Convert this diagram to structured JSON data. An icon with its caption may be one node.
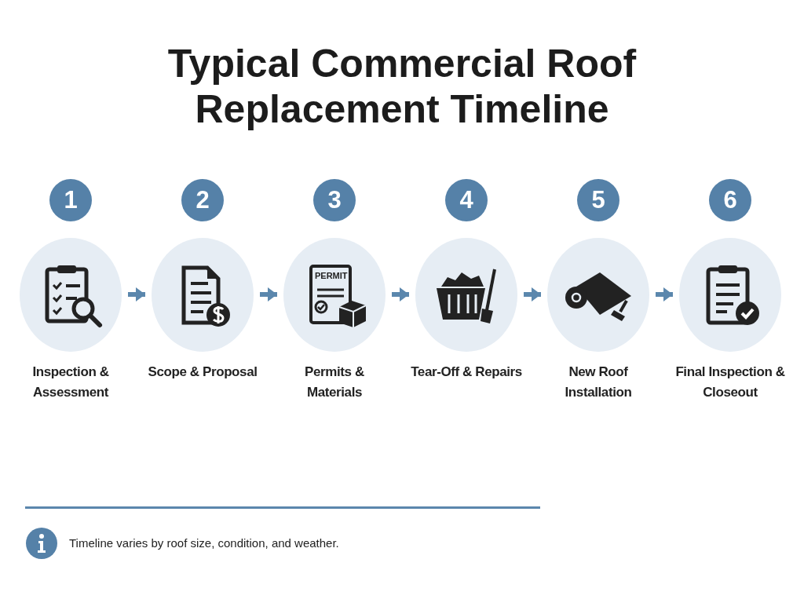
{
  "diagram": {
    "title": "Typical Commercial Roof Replacement Timeline",
    "nodes": [
      {
        "text": [
          "Inspection & Assessment"
        ],
        "beside": [
          "1"
        ]
      },
      {
        "text": [
          "Scope & Proposal"
        ],
        "beside": [
          "2"
        ]
      },
      {
        "text": [
          "Permits & Materials"
        ],
        "beside": [
          "3"
        ]
      },
      {
        "text": [
          "Tear-Off & Repairs"
        ],
        "beside": [
          "4"
        ]
      },
      {
        "text": [
          "New Roof Installation"
        ],
        "beside": [
          "5"
        ]
      },
      {
        "text": [
          "Final Inspection & Closeout"
        ],
        "beside": [
          "6"
        ]
      }
    ],
    "edges": [
      {
        "from": 0,
        "to": 1,
        "arrow": "to"
      },
      {
        "from": 1,
        "to": 2,
        "arrow": "to"
      },
      {
        "from": 2,
        "to": 3,
        "arrow": "to"
      },
      {
        "from": 3,
        "to": 4,
        "arrow": "to"
      },
      {
        "from": 4,
        "to": 5,
        "arrow": "to"
      }
    ],
    "labels": [
      "PERMIT",
      "Timeline varies by roof size, condition, and weather."
    ]
  }
}
